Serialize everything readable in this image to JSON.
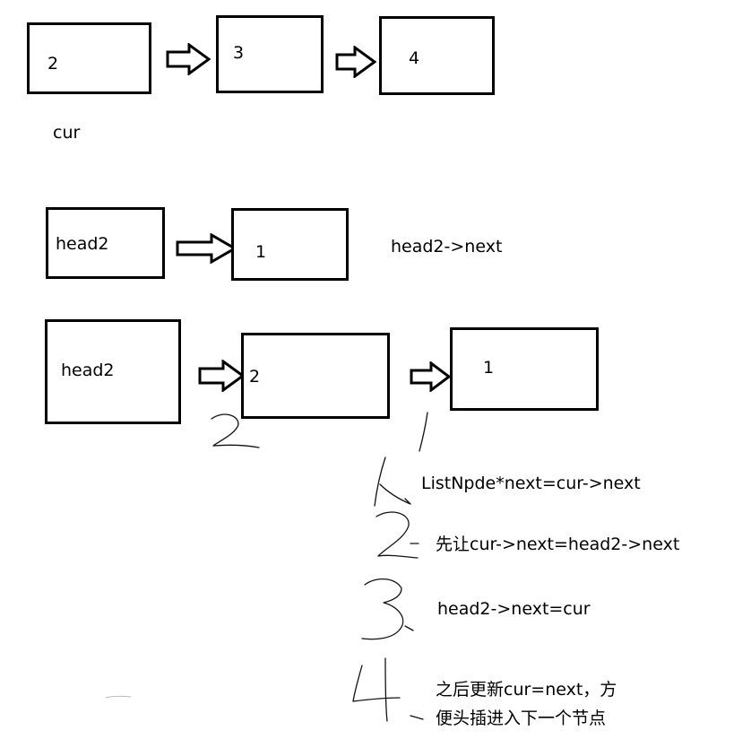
{
  "rows": {
    "top": {
      "nodes": [
        "2",
        "3",
        "4"
      ],
      "pointer_label": "cur"
    },
    "middle": {
      "nodes": [
        "head2",
        "1"
      ],
      "note": "head2->next"
    },
    "bottom": {
      "nodes": [
        "head2",
        "2",
        "1"
      ]
    }
  },
  "steps": [
    {
      "text": "ListNpde*next=cur->next"
    },
    {
      "text": "先让cur->next=head2->next"
    },
    {
      "text": "head2->next=cur"
    },
    {
      "text_line1": "之后更新cur=next，方",
      "text_line2": "便头插进入下一个节点"
    }
  ],
  "handwritten_marks": {
    "step_numbers": [
      "1",
      "2",
      "3",
      "4"
    ],
    "pointer_marks": [
      "2",
      "1"
    ]
  },
  "icons": {
    "arrow": "hollow-right-arrow"
  }
}
